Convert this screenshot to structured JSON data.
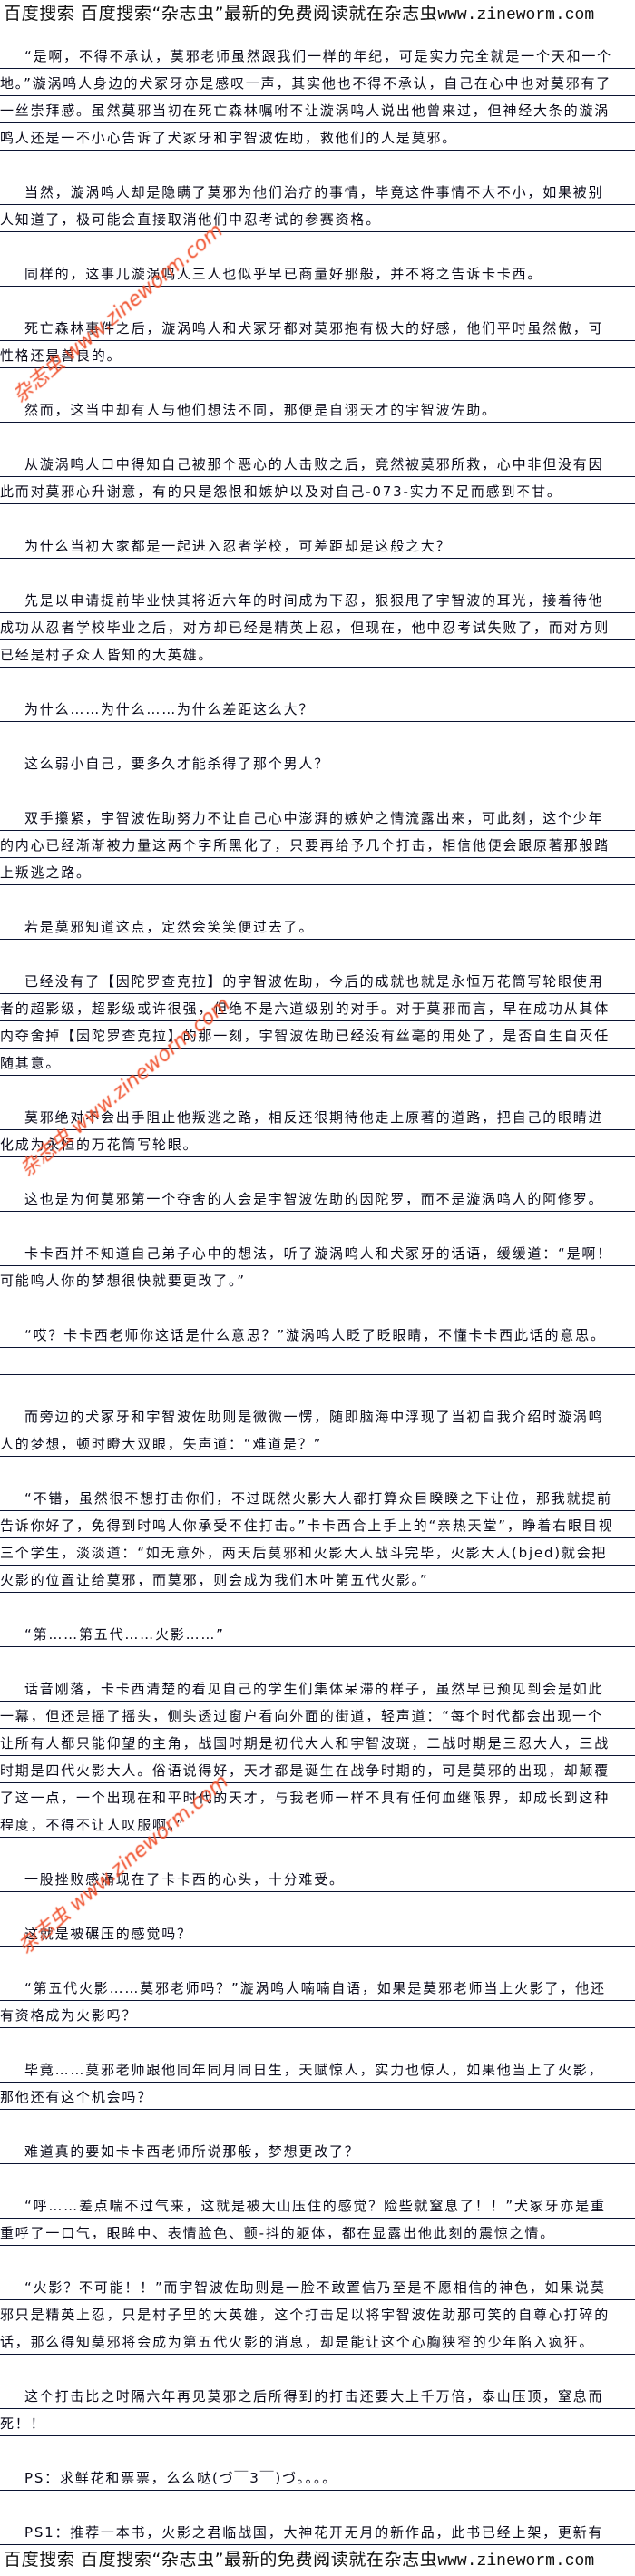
{
  "banner": {
    "text": "百度搜索 百度搜索“杂志虫”最新的免费阅读就在杂志虫",
    "url": "www.zineworm.com"
  },
  "watermark": "杂志虫 www.zineworm.com",
  "paragraphs": [
    "“是啊，不得不承认，莫邪老师虽然跟我们一样的年纪，可是实力完全就是一个天和一个地。”漩涡鸣人身边的犬冢牙亦是感叹一声，其实他也不得不承认，自己在心中也对莫邪有了一丝崇拜感。虽然莫邪当初在死亡森林嘱咐不让漩涡鸣人说出他曾来过，但神经大条的漩涡鸣人还是一不小心告诉了犬冢牙和宇智波佐助，救他们的人是莫邪。",
    "当然，漩涡鸣人却是隐瞒了莫邪为他们治疗的事情，毕竟这件事情不大不小，如果被别人知道了，极可能会直接取消他们中忍考试的参赛资格。",
    "同样的，这事儿漩涡鸣人三人也似乎早已商量好那般，并不将之告诉卡卡西。",
    "死亡森林事件之后，漩涡鸣人和犬冢牙都对莫邪抱有极大的好感，他们平时虽然傲，可性格还是善良的。",
    "然而，这当中却有人与他们想法不同，那便是自诩天才的宇智波佐助。",
    "从漩涡鸣人口中得知自己被那个恶心的人击败之后，竟然被莫邪所救，心中非但没有因此而对莫邪心升谢意，有的只是怨恨和嫉妒以及对自己-073-实力不足而感到不甘。",
    "为什么当初大家都是一起进入忍者学校，可差距却是这般之大？",
    "先是以申请提前毕业快其将近六年的时间成为下忍，狠狠甩了宇智波的耳光，接着待他成功从忍者学校毕业之后，对方却已经是精英上忍，但现在，他中忍考试失败了，而对方则已经是村子众人皆知的大英雄。",
    "为什么……为什么……为什么差距这么大？",
    "这么弱小自己，要多久才能杀得了那个男人？",
    "双手攥紧，宇智波佐助努力不让自己心中澎湃的嫉妒之情流露出来，可此刻，这个少年的内心已经渐渐被力量这两个字所黑化了，只要再给予几个打击，相信他便会跟原著那般踏上叛逃之路。",
    "若是莫邪知道这点，定然会笑笑便过去了。",
    "已经没有了【因陀罗查克拉】的宇智波佐助，今后的成就也就是永恒万花筒写轮眼使用者的超影级，超影级或许很强，但绝不是六道级别的对手。对于莫邪而言，早在成功从其体内夺舍掉【因陀罗查克拉】的那一刻，宇智波佐助已经没有丝毫的用处了，是否自生自灭任随其意。",
    "莫邪绝对不会出手阻止他叛逃之路，相反还很期待他走上原著的道路，把自己的眼睛进化成为永恒的万花筒写轮眼。",
    "这也是为何莫邪第一个夺舍的人会是宇智波佐助的因陀罗，而不是漩涡鸣人的阿修罗。",
    "卡卡西并不知道自己弟子心中的想法，听了漩涡鸣人和犬冢牙的话语，缓缓道：“是啊！可能鸣人你的梦想很快就要更改了。”",
    "“哎？卡卡西老师你这话是什么意思？”漩涡鸣人眨了眨眼睛，不懂卡卡西此话的意思。",
    "",
    "而旁边的犬冢牙和宇智波佐助则是微微一愣，随即脑海中浮现了当初自我介绍时漩涡鸣人的梦想，顿时瞪大双眼，失声道：“难道是？”",
    "“不错，虽然很不想打击你们，不过既然火影大人都打算众目睽睽之下让位，那我就提前告诉你好了，免得到时鸣人你承受不住打击。”卡卡西合上手上的“亲热天堂”，睁着右眼目视三个学生，淡淡道：“如无意外，两天后莫邪和火影大人战斗完毕，火影大人(bjed)就会把火影的位置让给莫邪，而莫邪，则会成为我们木叶第五代火影。”",
    "“第……第五代……火影……”",
    "话音刚落，卡卡西清楚的看见自己的学生们集体呆滞的样子，虽然早已预见到会是如此一幕，但还是摇了摇头，侧头透过窗户看向外面的街道，轻声道：“每个时代都会出现一个让所有人都只能仰望的主角，战国时期是初代大人和宇智波斑，二战时期是三忍大人，三战时期是四代火影大人。俗语说得好，天才都是诞生在战争时期的，可是莫邪的出现，却颠覆了这一点，一个出现在和平时代的天才，与我老师一样不具有任何血继限界，却成长到这种程度，不得不让人叹服啊。”",
    "一股挫败感涌现在了卡卡西的心头，十分难受。",
    "这就是被碾压的感觉吗？",
    "“第五代火影……莫邪老师吗？”漩涡鸣人喃喃自语，如果是莫邪老师当上火影了，他还有资格成为火影吗？",
    "毕竟……莫邪老师跟他同年同月同日生，天赋惊人，实力也惊人，如果他当上了火影，那他还有这个机会吗？",
    "难道真的要如卡卡西老师所说那般，梦想更改了？",
    "“呼……差点喘不过气来，这就是被大山压住的感觉？险些就窒息了！！”犬冢牙亦是重重呼了一口气，眼眸中、表情脸色、颤-抖的躯体，都在显露出他此刻的震惊之情。",
    "“火影？不可能！！”而宇智波佐助则是一脸不敢置信乃至是不愿相信的神色，如果说莫邪只是精英上忍，只是村子里的大英雄，这个打击足以将宇智波佐助那可笑的自尊心打碎的话，那么得知莫邪将会成为第五代火影的消息，却是能让这个心胸狭窄的少年陷入疯狂。",
    "这个打击比之时隔六年再见莫邪之后所得到的打击还要大上千万倍，泰山压顶，窒息而死！！",
    "PS：求鲜花和票票，么么哒(づ￣3￣)づ。。。。",
    "PS1：推荐一本书，火影之君临战国，大神花开无月的新作品，此书已经上架，更新有"
  ]
}
